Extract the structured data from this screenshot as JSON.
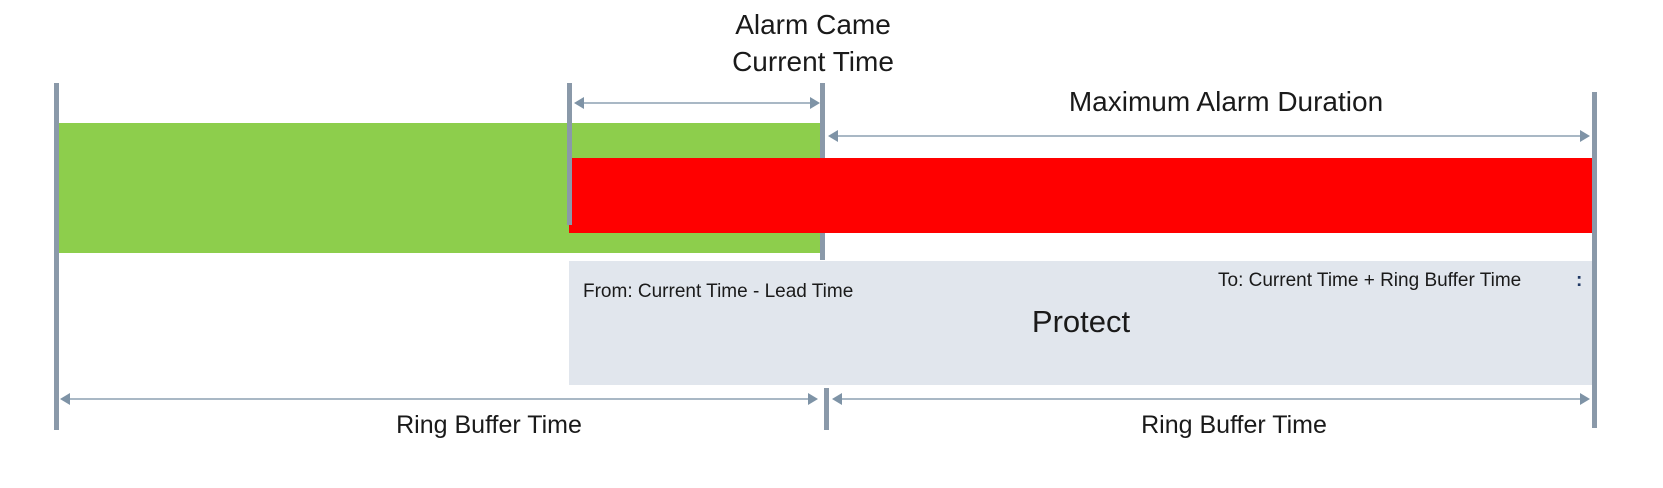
{
  "diagram": {
    "top_labels": {
      "alarm_line1": "Alarm Came",
      "alarm_line2": "Current Time",
      "max_alarm_duration": "Maximum Alarm Duration"
    },
    "protect_box": {
      "from_text": "From: Current Time - Lead Time",
      "to_text": "To: Current Time + Ring Buffer Time",
      "stray_colon": ":",
      "title": "Protect"
    },
    "bottom_labels": {
      "ring_buffer_left": "Ring Buffer Time",
      "ring_buffer_right": "Ring Buffer Time"
    },
    "colors": {
      "buffer_green": "#8DCE4C",
      "alarm_red": "#FF0000",
      "protect_fill": "#E1E6ED",
      "tick_gray": "#8A99A9",
      "arrow_line": "#A9B8C5",
      "arrow_head": "#7E93A6",
      "text_color": "#1A1A1A",
      "colon_blue": "#1F3864"
    }
  }
}
